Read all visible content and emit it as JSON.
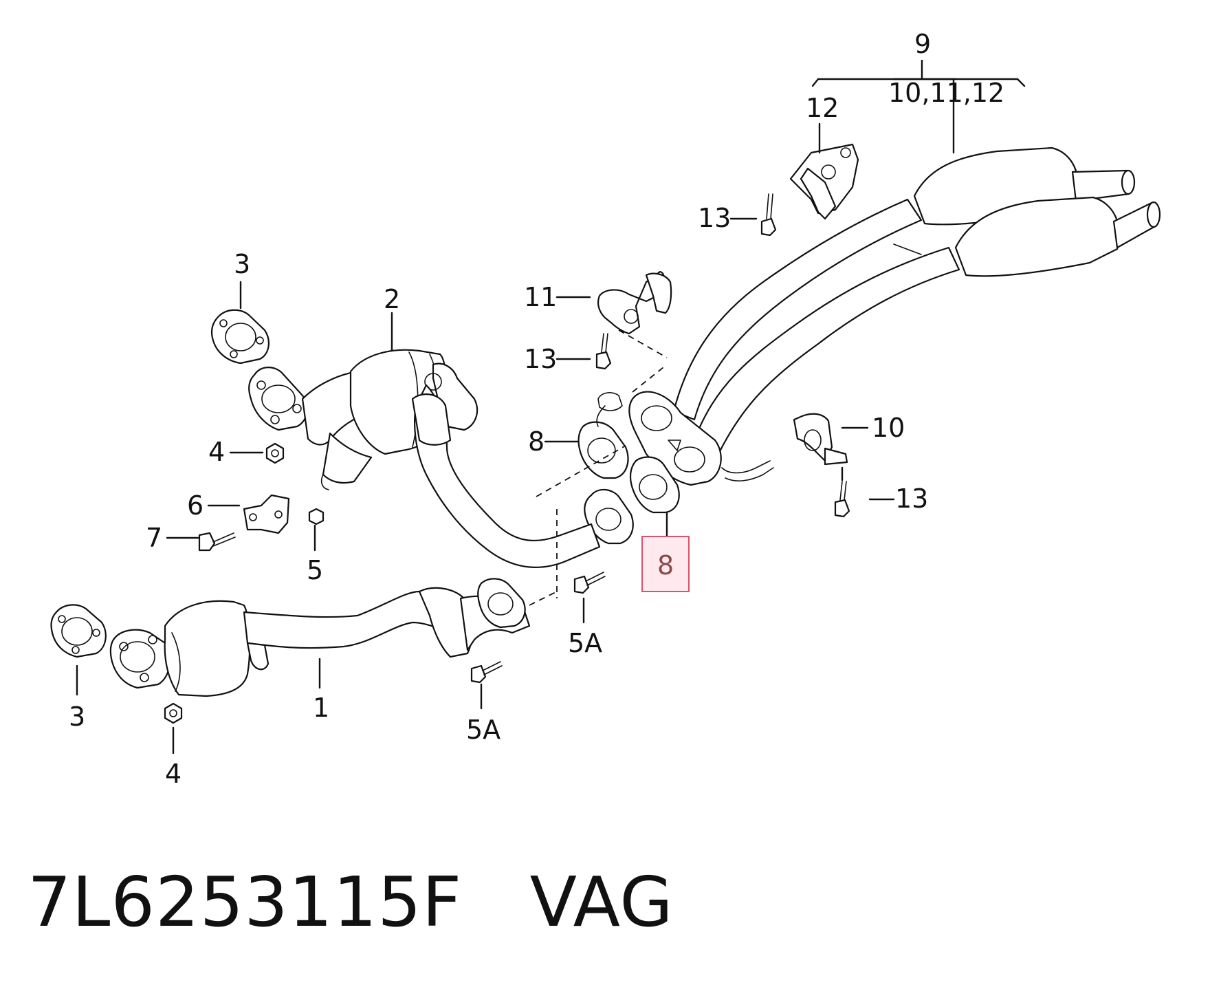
{
  "labels": {
    "l9": "9",
    "l101112": "10,11,12",
    "l12": "12",
    "l13a": "13",
    "l11": "11",
    "l13b": "13",
    "l3a": "3",
    "l2": "2",
    "l4a": "4",
    "l6": "6",
    "l7": "7",
    "l5": "5",
    "l8a": "8",
    "l8b": "8",
    "l10": "10",
    "l13c": "13",
    "l5a1": "5A",
    "l5a2": "5A",
    "l3b": "3",
    "l1": "1",
    "l4b": "4"
  },
  "footer": {
    "part_number": "7L6253115F   VAG"
  },
  "colors": {
    "highlight_fill": "#fde9ee",
    "highlight_stroke": "#d9536a"
  }
}
